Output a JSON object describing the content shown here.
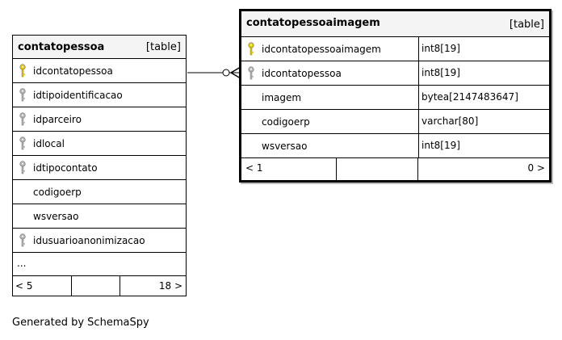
{
  "tables": {
    "contatopessoa": {
      "name": "contatopessoa",
      "kind": "[table]",
      "columns": [
        {
          "name": "idcontatopessoa",
          "key": "primary"
        },
        {
          "name": "idtipoidentificacao",
          "key": "foreign"
        },
        {
          "name": "idparceiro",
          "key": "foreign"
        },
        {
          "name": "idlocal",
          "key": "foreign"
        },
        {
          "name": "idtipocontato",
          "key": "foreign"
        },
        {
          "name": "codigoerp",
          "key": "none"
        },
        {
          "name": "wsversao",
          "key": "none"
        },
        {
          "name": "idusuarioanonimizacao",
          "key": "foreign"
        }
      ],
      "more": "...",
      "footer": {
        "left": "< 5",
        "right": "18 >"
      }
    },
    "contatopessoaimagem": {
      "name": "contatopessoaimagem",
      "kind": "[table]",
      "columns": [
        {
          "name": "idcontatopessoaimagem",
          "type": "int8[19]",
          "key": "primary"
        },
        {
          "name": "idcontatopessoa",
          "type": "int8[19]",
          "key": "foreign"
        },
        {
          "name": "imagem",
          "type": "bytea[2147483647]",
          "key": "none"
        },
        {
          "name": "codigoerp",
          "type": "varchar[80]",
          "key": "none"
        },
        {
          "name": "wsversao",
          "type": "int8[19]",
          "key": "none"
        }
      ],
      "footer": {
        "left": "< 1",
        "right": "0 >"
      }
    }
  },
  "relationship": {
    "from": "contatopessoaimagem.idcontatopessoa",
    "to": "contatopessoa.idcontatopessoa"
  },
  "key_colors": {
    "primary": "#e6c800",
    "foreign": "#b4b4b4"
  },
  "generated_by": "Generated by SchemaSpy"
}
